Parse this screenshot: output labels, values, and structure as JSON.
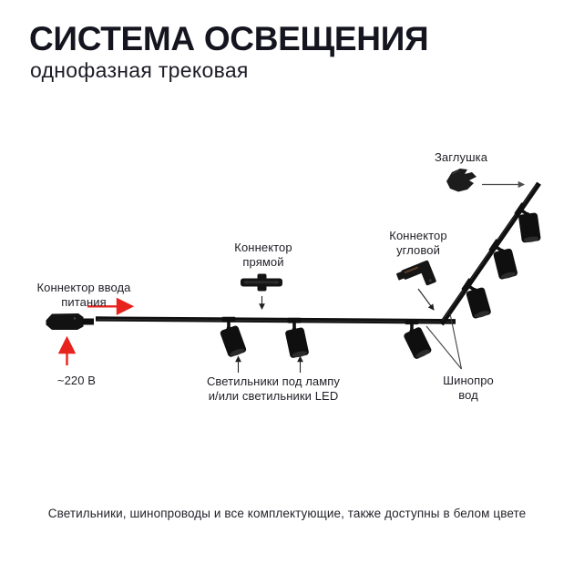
{
  "header": {
    "title": "СИСТЕМА ОСВЕЩЕНИЯ",
    "subtitle": "однофазная трековая"
  },
  "labels": {
    "end_cap": "Заглушка",
    "corner_connector": {
      "line1": "Коннектор",
      "line2": "угловой"
    },
    "straight_connector": {
      "line1": "Коннектор",
      "line2": "прямой"
    },
    "power_connector": {
      "line1": "Коннектор ввода",
      "line2": "питания"
    },
    "voltage": "~220 В",
    "lights": {
      "line1": "Светильники под лампу",
      "line2": "и/или светильники LED"
    },
    "track": {
      "line1": "Шинопро",
      "line2": "вод"
    }
  },
  "footer": {
    "note": "Светильники, шинопроводы и все комплектующие, также доступны в белом цвете"
  },
  "colors": {
    "accent_red": "#E8231D",
    "ink": "#15151F",
    "diagram_black": "#0F0F0F",
    "pointer_gray": "#4D4D4D"
  }
}
